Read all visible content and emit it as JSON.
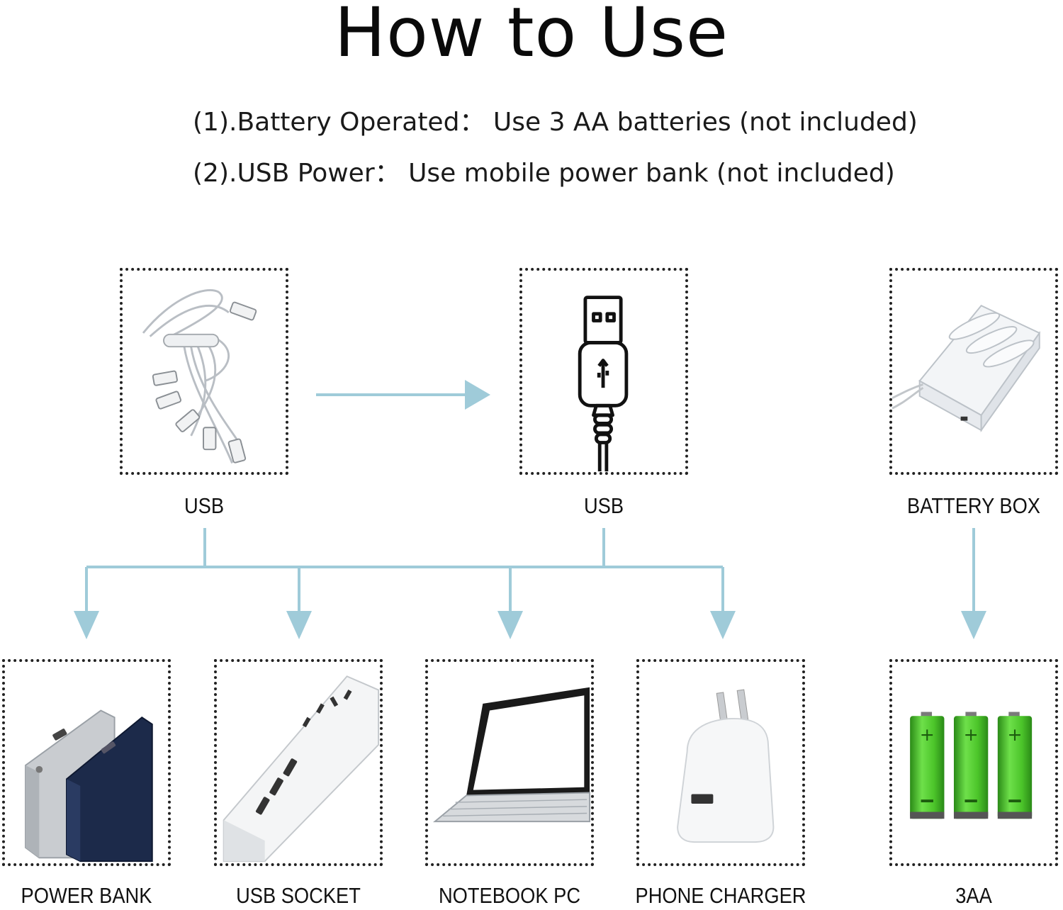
{
  "title": "How to Use",
  "instructions": {
    "line1": "(1).Battery Operated： Use 3 AA batteries (not included)",
    "line2": "(2).USB Power： Use mobile power bank (not included)"
  },
  "sources": {
    "usb_cable": "USB",
    "usb_plug": "USB",
    "battery_box": "BATTERY BOX"
  },
  "devices": {
    "power_bank": "POWER BANK",
    "usb_socket": "USB SOCKET",
    "notebook_pc": "NOTEBOOK PC",
    "phone_charger": "PHONE CHARGER",
    "batteries": "3AA"
  },
  "colors": {
    "arrow": "#9fcbd9",
    "battery_green": "#4cc52a",
    "power_bank_navy": "#1c2a4a"
  },
  "icons": [
    "usb-cable-photo",
    "usb-plug-icon",
    "battery-box-photo",
    "power-bank-photo",
    "usb-socket-photo",
    "laptop-icon",
    "phone-charger-photo",
    "aa-battery-icon"
  ]
}
